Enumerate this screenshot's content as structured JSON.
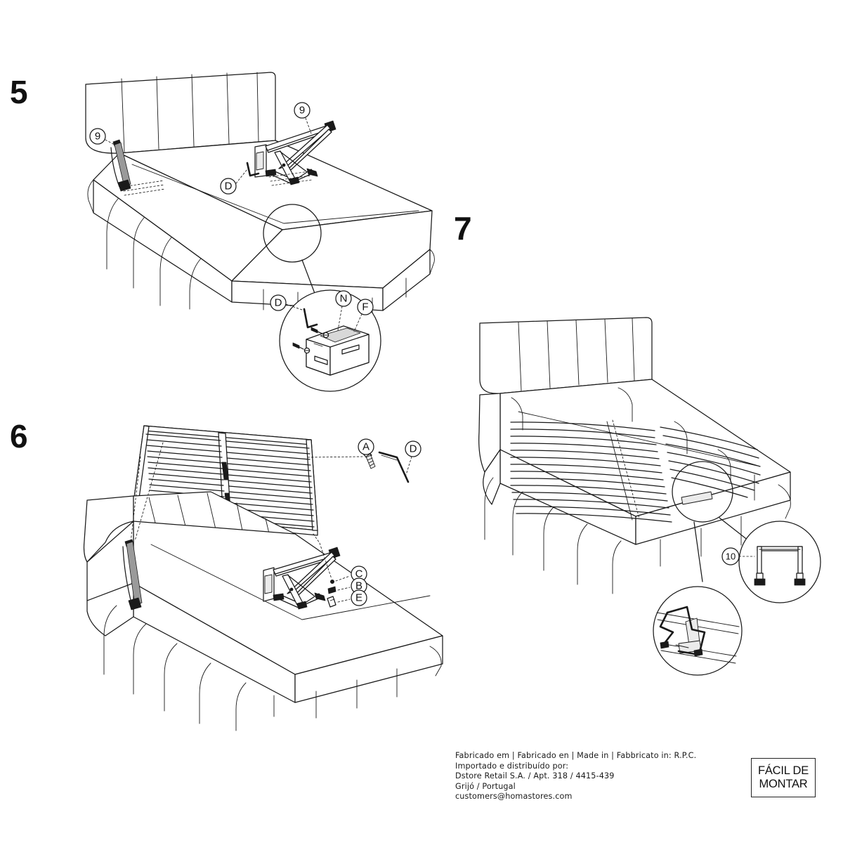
{
  "document": {
    "type": "furniture-assembly-instructions",
    "product": "upholstered storage bed with gas-lift mechanism",
    "sheet_background": "#ffffff",
    "line_color": "#1a1a1a"
  },
  "steps": [
    {
      "number": "5",
      "description": "Attach gas-lift struts (9) to headboard side and to the lift mechanism arms on the bed frame using hex key D",
      "part_callouts": [
        "9",
        "9",
        "D"
      ],
      "detail_circle": {
        "callouts": [
          "D",
          "N",
          "F"
        ],
        "description": "Bracket with gray mounting plate fixed with screws using hex key"
      }
    },
    {
      "number": "6",
      "description": "Raise the slatted base and secure the lift arms with screw A using hex key D; fix parts C, B and E",
      "part_callouts": [
        "A",
        "D",
        "C",
        "B",
        "E"
      ]
    },
    {
      "number": "7",
      "description": "Completed bed with slatted base lowered; install lifting handle 10",
      "part_callouts": [
        "10"
      ],
      "detail_circles": [
        {
          "description": "Handle 10 installed on slat frame"
        },
        {
          "callout": "10",
          "description": "U-shaped lifting handle with two mounting feet"
        }
      ]
    }
  ],
  "footer": {
    "lines": [
      "Fabricado em | Fabricado en | Made in | Fabbricato in: R.P.C.",
      "Importado e distribuído por:",
      "Dstore Retail S.A. / Apt. 318 / 4415-439",
      "Grijó / Portugal",
      "customers@homastores.com"
    ],
    "badge": {
      "line1": "FÁCIL DE",
      "line2": "MONTAR"
    }
  }
}
